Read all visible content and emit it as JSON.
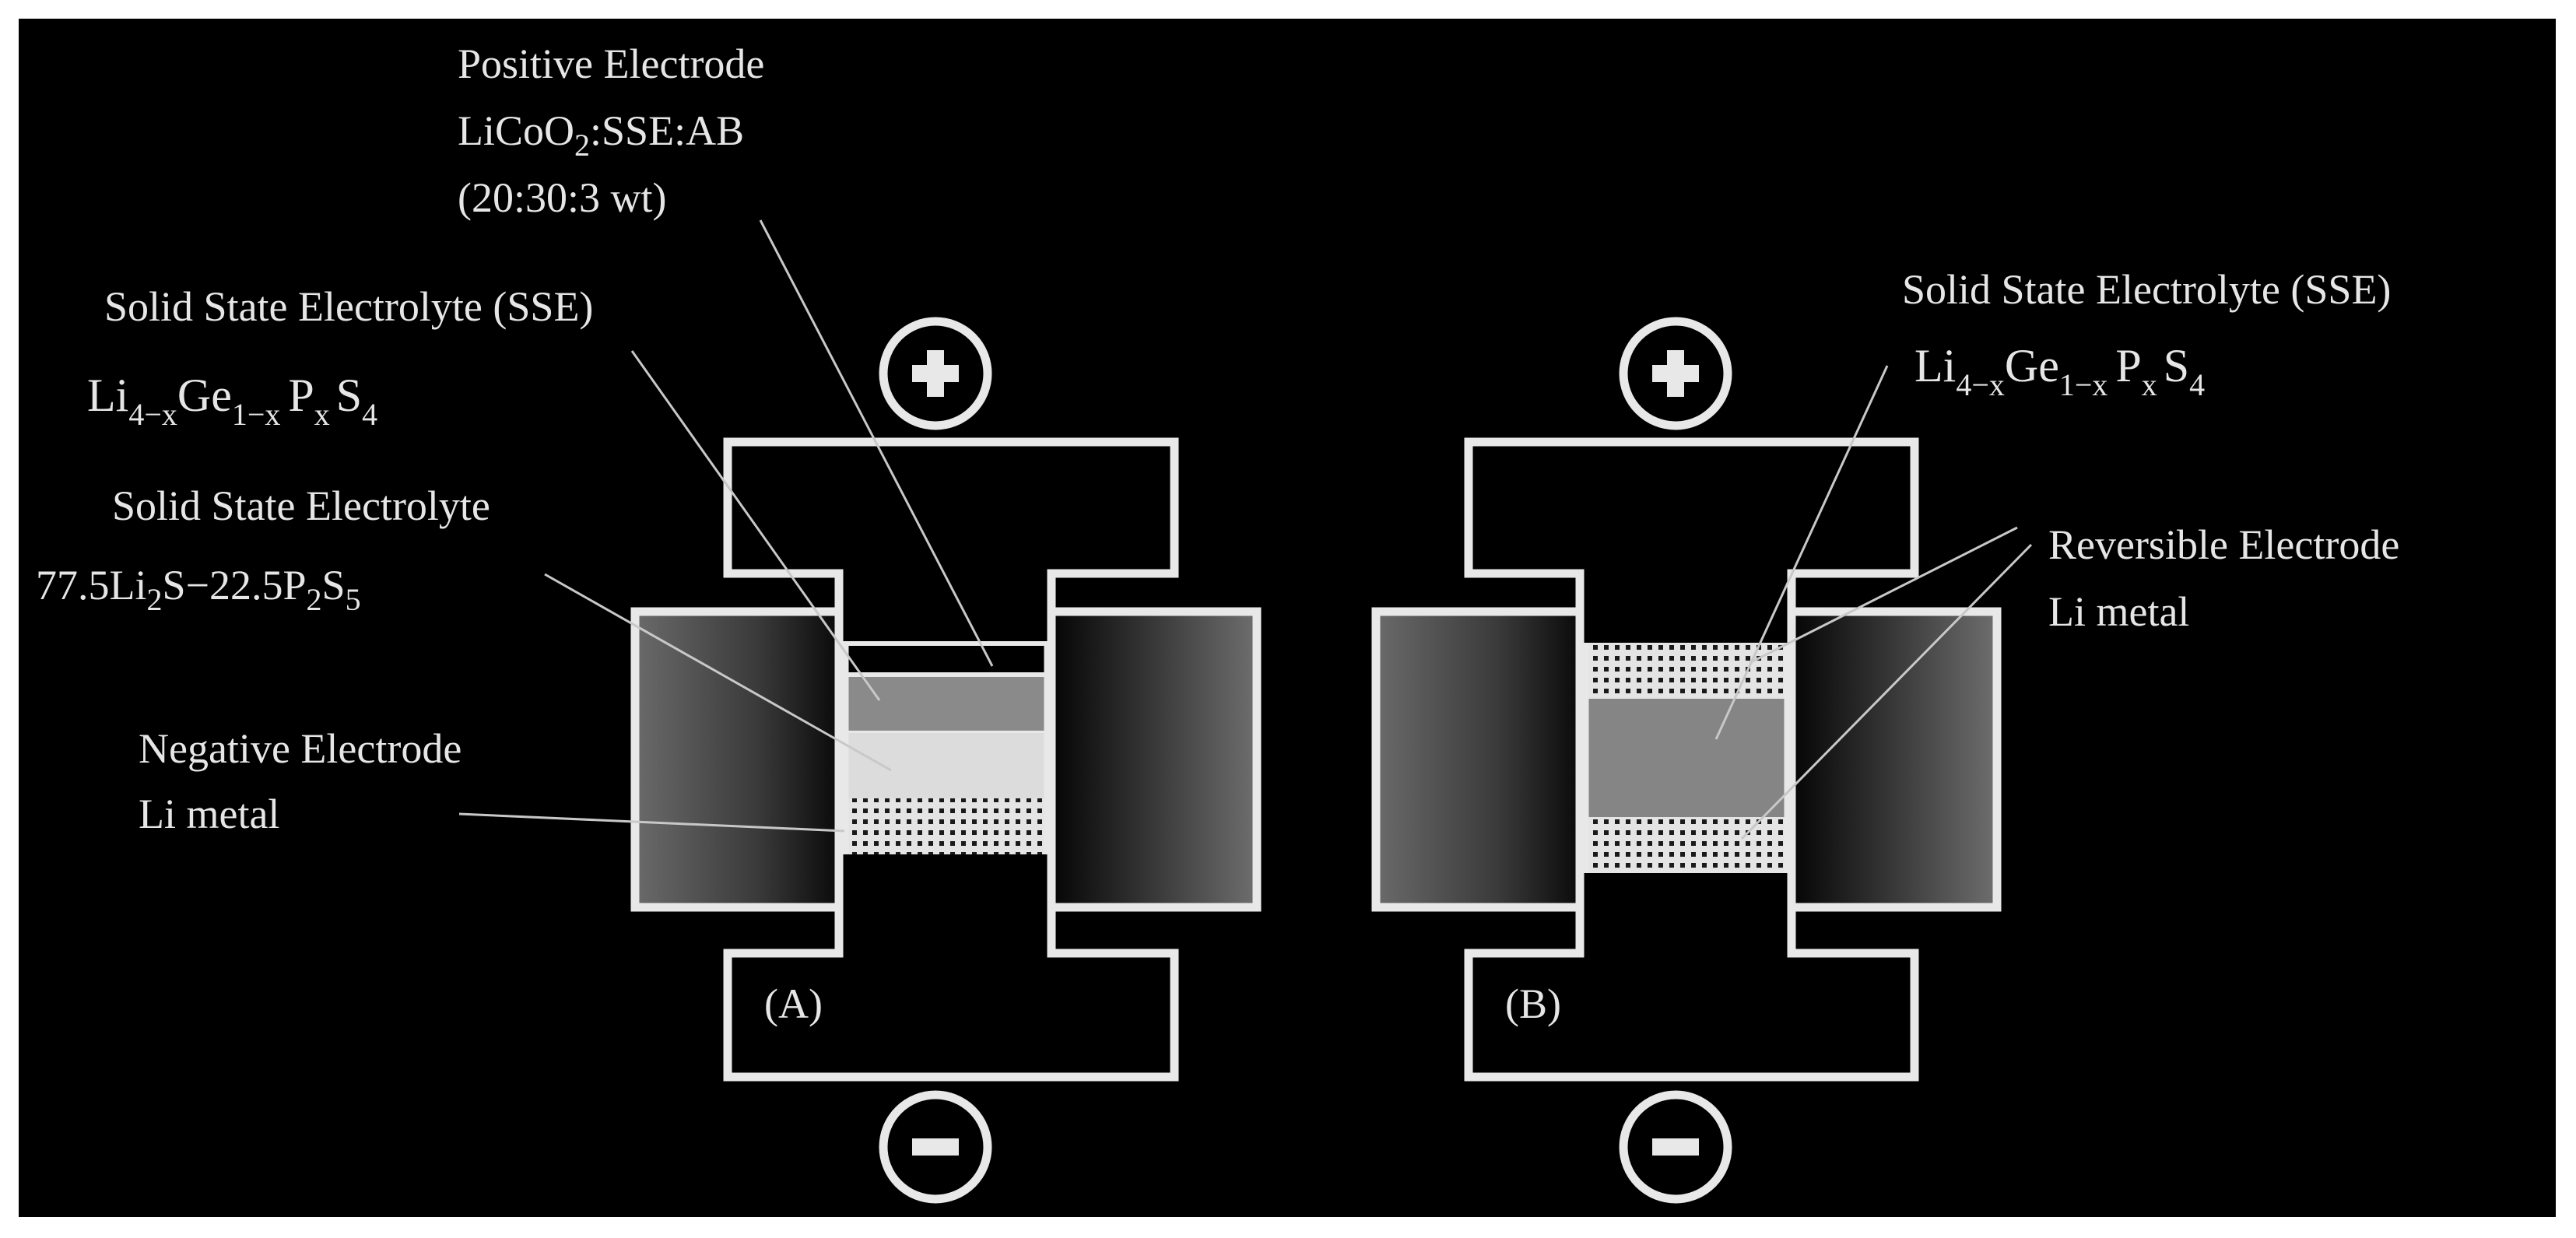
{
  "colors": {
    "background": "#000000",
    "outline": "#e8e8e8",
    "text": "#e6e6e6",
    "positive_electrode_layer": "#8a8a8a",
    "electrolyte_layer": "#dcdcdc",
    "sse_layer_b": "#858585",
    "li_metal_dots": "#1a1a1a"
  },
  "panel_a": {
    "tag": "(A)",
    "positive_terminal_icon": "plus-circle-icon",
    "negative_terminal_icon": "minus-circle-icon",
    "positive_electrode": {
      "title": "Positive Electrode",
      "formula_main": "LiCoO",
      "formula_sub": "2",
      "formula_rest": ":SSE:AB",
      "ratio": "(20:30:3 wt)"
    },
    "sse": {
      "title": "Solid State Electrolyte (SSE)",
      "f_li": "Li",
      "f_li_sub": "4−x",
      "f_ge": "Ge",
      "f_ge_sub": "1−x",
      "f_p": "P",
      "f_p_sub": "x",
      "f_s": "S",
      "f_s_sub": "4"
    },
    "sse2": {
      "title": "Solid State Electrolyte",
      "f_a": "77.5Li",
      "f_a_sub": "2",
      "f_b": "S−22.5P",
      "f_b_sub": "2",
      "f_c": "S",
      "f_c_sub": "5"
    },
    "negative_electrode": {
      "title": "Negative Electrode",
      "material": "Li metal"
    }
  },
  "panel_b": {
    "tag": "(B)",
    "positive_terminal_icon": "plus-circle-icon",
    "negative_terminal_icon": "minus-circle-icon",
    "sse": {
      "title": "Solid State Electrolyte (SSE)",
      "f_li": "Li",
      "f_li_sub": "4−x",
      "f_ge": "Ge",
      "f_ge_sub": "1−x",
      "f_p": "P",
      "f_p_sub": "x",
      "f_s": "S",
      "f_s_sub": "4"
    },
    "reversible_electrode": {
      "title": "Reversible Electrode",
      "material": "Li metal"
    }
  }
}
